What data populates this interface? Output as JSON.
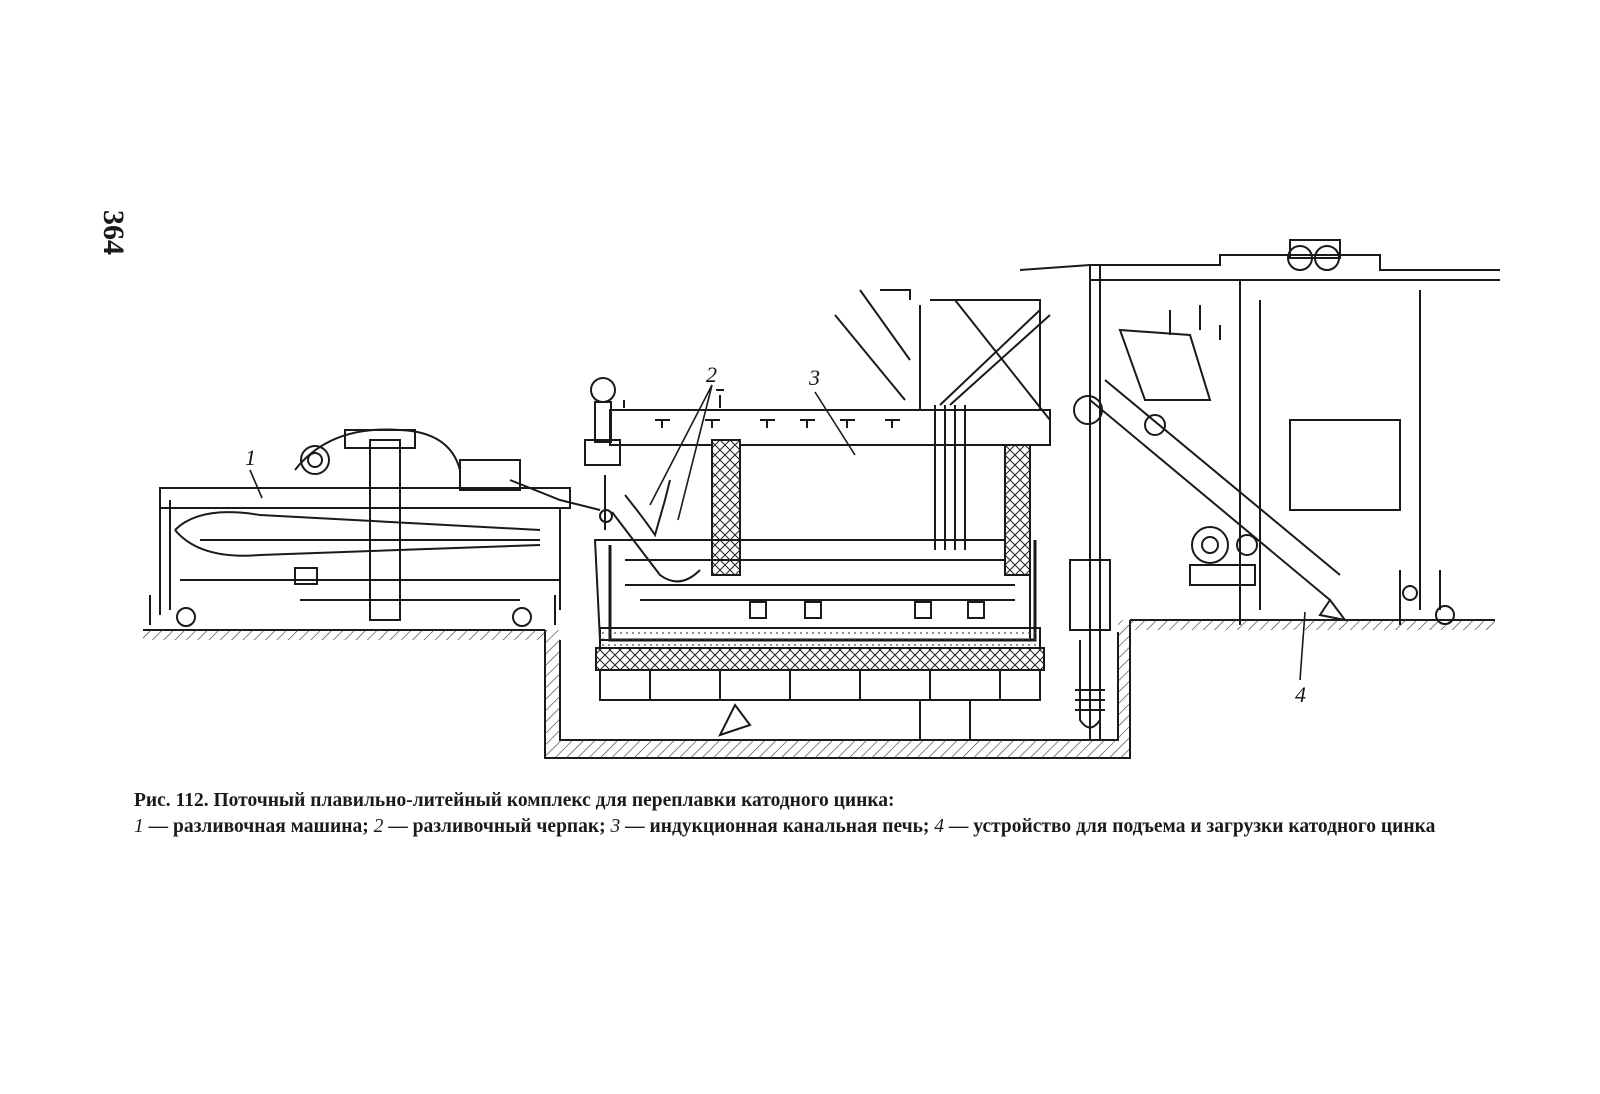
{
  "page_number": "364",
  "figure": {
    "labels": [
      "1",
      "2",
      "3",
      "4"
    ]
  },
  "caption": {
    "title": "Рис. 112. Поточный плавильно-литейный комплекс для переплавки катодного цинка:",
    "items": [
      {
        "num": "1",
        "text": "— разливочная машина;"
      },
      {
        "num": "2",
        "text": "— разливочный черпак;"
      },
      {
        "num": "3",
        "text": "— индукционная канальная печь;"
      },
      {
        "num": "4",
        "text": "— устройство для подъема и загрузки катодного цинка"
      }
    ]
  }
}
